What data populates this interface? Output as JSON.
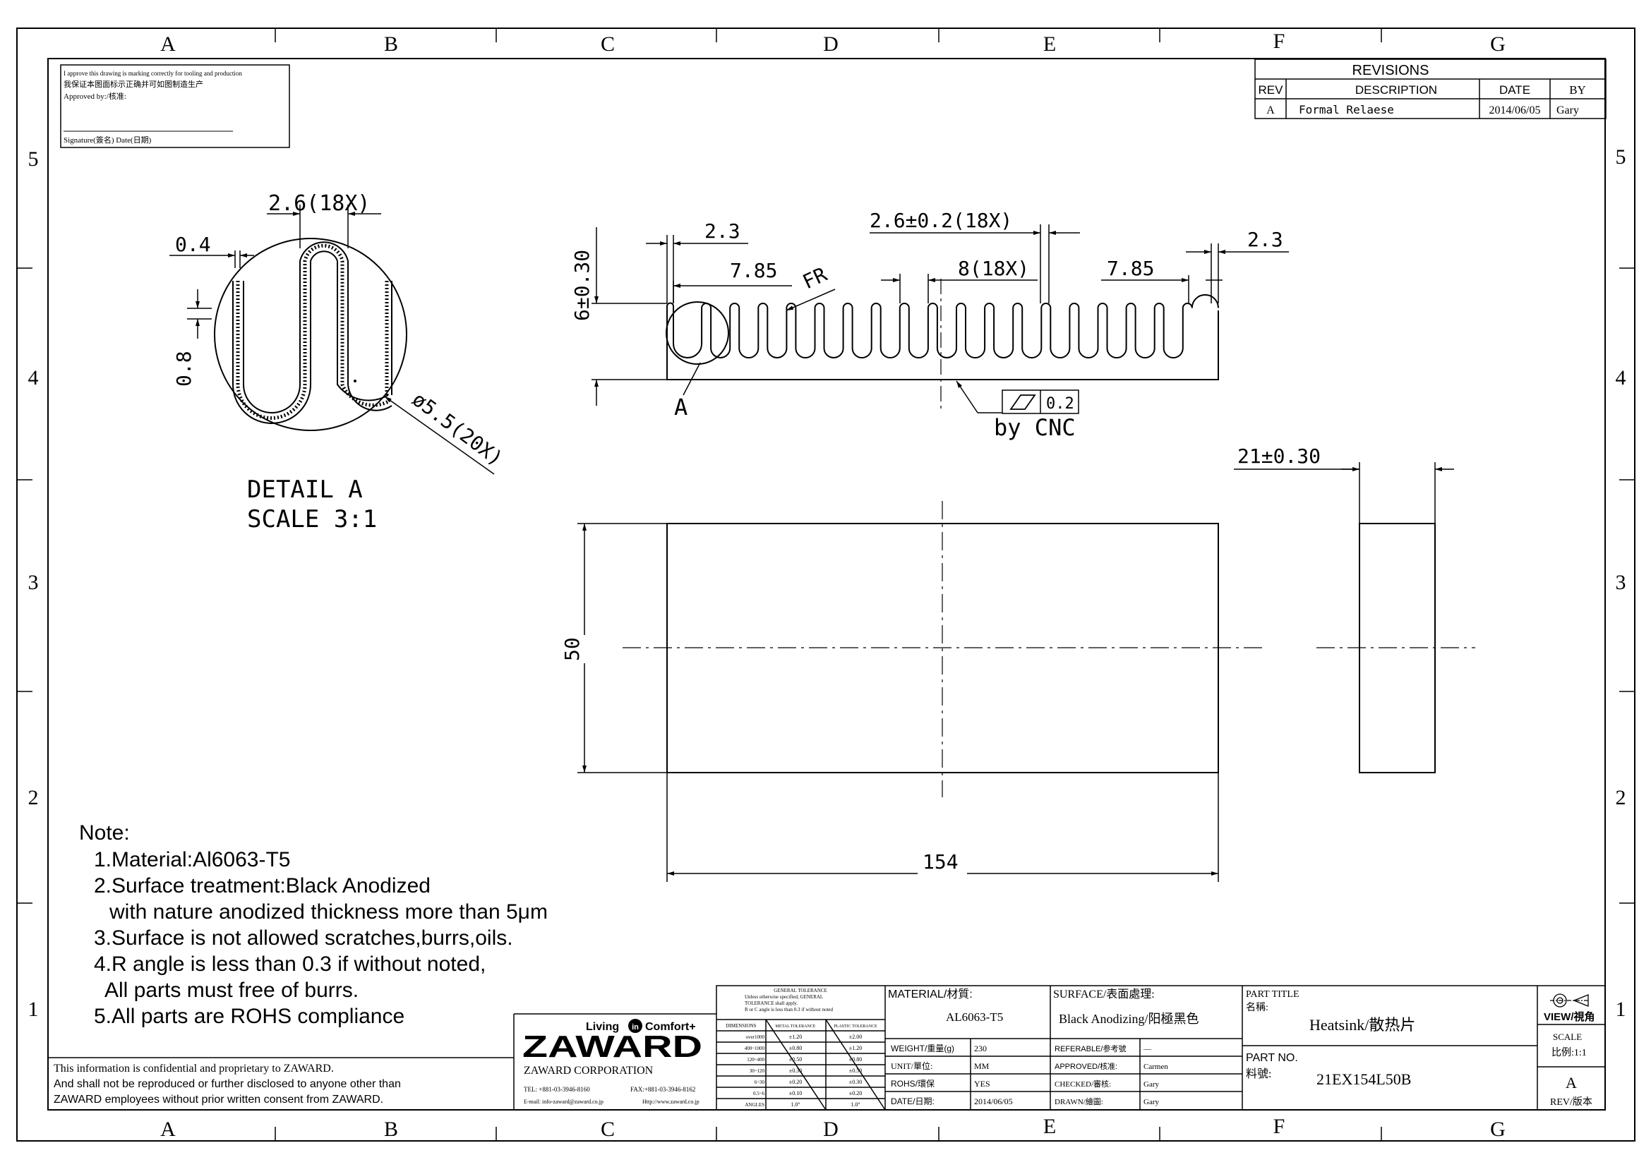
{
  "border": {
    "columns": [
      "A",
      "B",
      "C",
      "D",
      "E",
      "F",
      "G"
    ],
    "rows": [
      "5",
      "4",
      "3",
      "2",
      "1"
    ]
  },
  "approval": {
    "line1": "I approve this drawing is marking correctly for tooling and production",
    "line2": "我保证本图面标示正确并可如图制造生产",
    "line3": "Approved by:/核准:",
    "signature": "Signature(簽名)  Date(日期)"
  },
  "revisions": {
    "title": "REVISIONS",
    "headers": [
      "REV",
      "DESCRIPTION",
      "DATE",
      "BY"
    ],
    "rows": [
      {
        "rev": "A",
        "description": "Formal Relaese",
        "date": "2014/06/05",
        "by": "Gary"
      }
    ]
  },
  "detail": {
    "dim_top": "2.6(18X)",
    "dim_04": "0.4",
    "dim_08": "0.8",
    "dim_dia": "ø5.5(20X)",
    "title": "DETAIL A",
    "scale": "SCALE 3:1"
  },
  "front_view": {
    "dim_height": "6±0.30",
    "dim_23_left": "2.3",
    "dim_785_left": "7.85",
    "fr": "FR",
    "dim_fin": "2.6±0.2(18X)",
    "dim_pitch": "8(18X)",
    "dim_785_right": "7.85",
    "dim_23_right": "2.3",
    "detail_ref": "A",
    "flatness": "0.2",
    "by_cnc": "by CNC"
  },
  "plan_view": {
    "dim_width": "50",
    "dim_length": "154"
  },
  "side_view": {
    "dim_thick": "21±0.30"
  },
  "notes": {
    "title": "Note:",
    "items": [
      "1.Material:Al6063-T5",
      "2.Surface treatment:Black Anodized",
      "with nature anodized thickness more than 5μm",
      "3.Surface is not allowed scratches,burrs,oils.",
      "4.R angle is less than 0.3 if without noted,",
      "All parts must free of burrs.",
      "5.All parts are ROHS compliance"
    ]
  },
  "confidential": [
    "This information is confidential and proprietary to ZAWARD.",
    "And shall not be reproduced or further disclosed to anyone other than",
    "ZAWARD employees without prior written consent from ZAWARD."
  ],
  "company": {
    "slogan": "Living",
    "slogan_mid": "in",
    "slogan_end": "Comfort+",
    "logo": "ZAWARD",
    "name": "ZAWARD CORPORATION",
    "tel": "TEL: +881-03-3946-8160",
    "fax": "FAX:+881-03-3946-8162",
    "email": "E-mail: info-zaward@zaward.co.jp",
    "web": "Http://www.zaward.co.jp"
  },
  "tolerance": {
    "title": "GENERAL TOLERANCE",
    "line1": "Unless otherwise specified, GENERAL",
    "line2": "TOLERANCE shall apply.",
    "line3": "R or C angle is less than 0.3 if without noted",
    "headers": [
      "DIMENSIONS",
      "METAL TOLERANCE",
      "PLASTIC TOLERANCE"
    ],
    "rows": [
      [
        "over1000",
        "±1.20",
        "±2.00"
      ],
      [
        "400~1000",
        "±0.80",
        "±1.20"
      ],
      [
        "120~400",
        "±0.50",
        "±0.80"
      ],
      [
        "30~120",
        "±0.30",
        "±0.50"
      ],
      [
        "6~30",
        "±0.20",
        "±0.30"
      ],
      [
        "0.5~6",
        "±0.10",
        "±0.20"
      ],
      [
        "ANGLES",
        "1.0°",
        "1.0°"
      ]
    ]
  },
  "title_block": {
    "material_label": "MATERIAL/材質:",
    "material": "AL6063-T5",
    "surface_label": "SURFACE/表面處理:",
    "surface": "Black Anodizing/阳極黑色",
    "weight_label": "WEIGHT/重量(g)",
    "weight": "230",
    "unit_label": "UNIT/單位:",
    "unit": "MM",
    "rohs_label": "ROHS/環保",
    "rohs": "YES",
    "date_label": "DATE/日期:",
    "date": "2014/06/05",
    "referable_label": "REFERABLE/参考號",
    "referable": "—",
    "approved_label": "APPROVED/核准:",
    "approved": "Carmen",
    "checked_label": "CHECKED/審核:",
    "checked": "Gary",
    "drawn_label": "DRAWN/繪圖:",
    "drawn": "Gary",
    "part_title_label": "PART TITLE",
    "part_title_cn": "名稱:",
    "part_title": "Heatsink/散热片",
    "part_no_label": "PART NO.",
    "part_no_cn": "料號:",
    "part_no": "21EX154L50B",
    "view_label": "VIEW/視角",
    "scale_label": "SCALE",
    "scale": "比例:1:1",
    "rev": "A",
    "rev_label": "REV/版本"
  }
}
